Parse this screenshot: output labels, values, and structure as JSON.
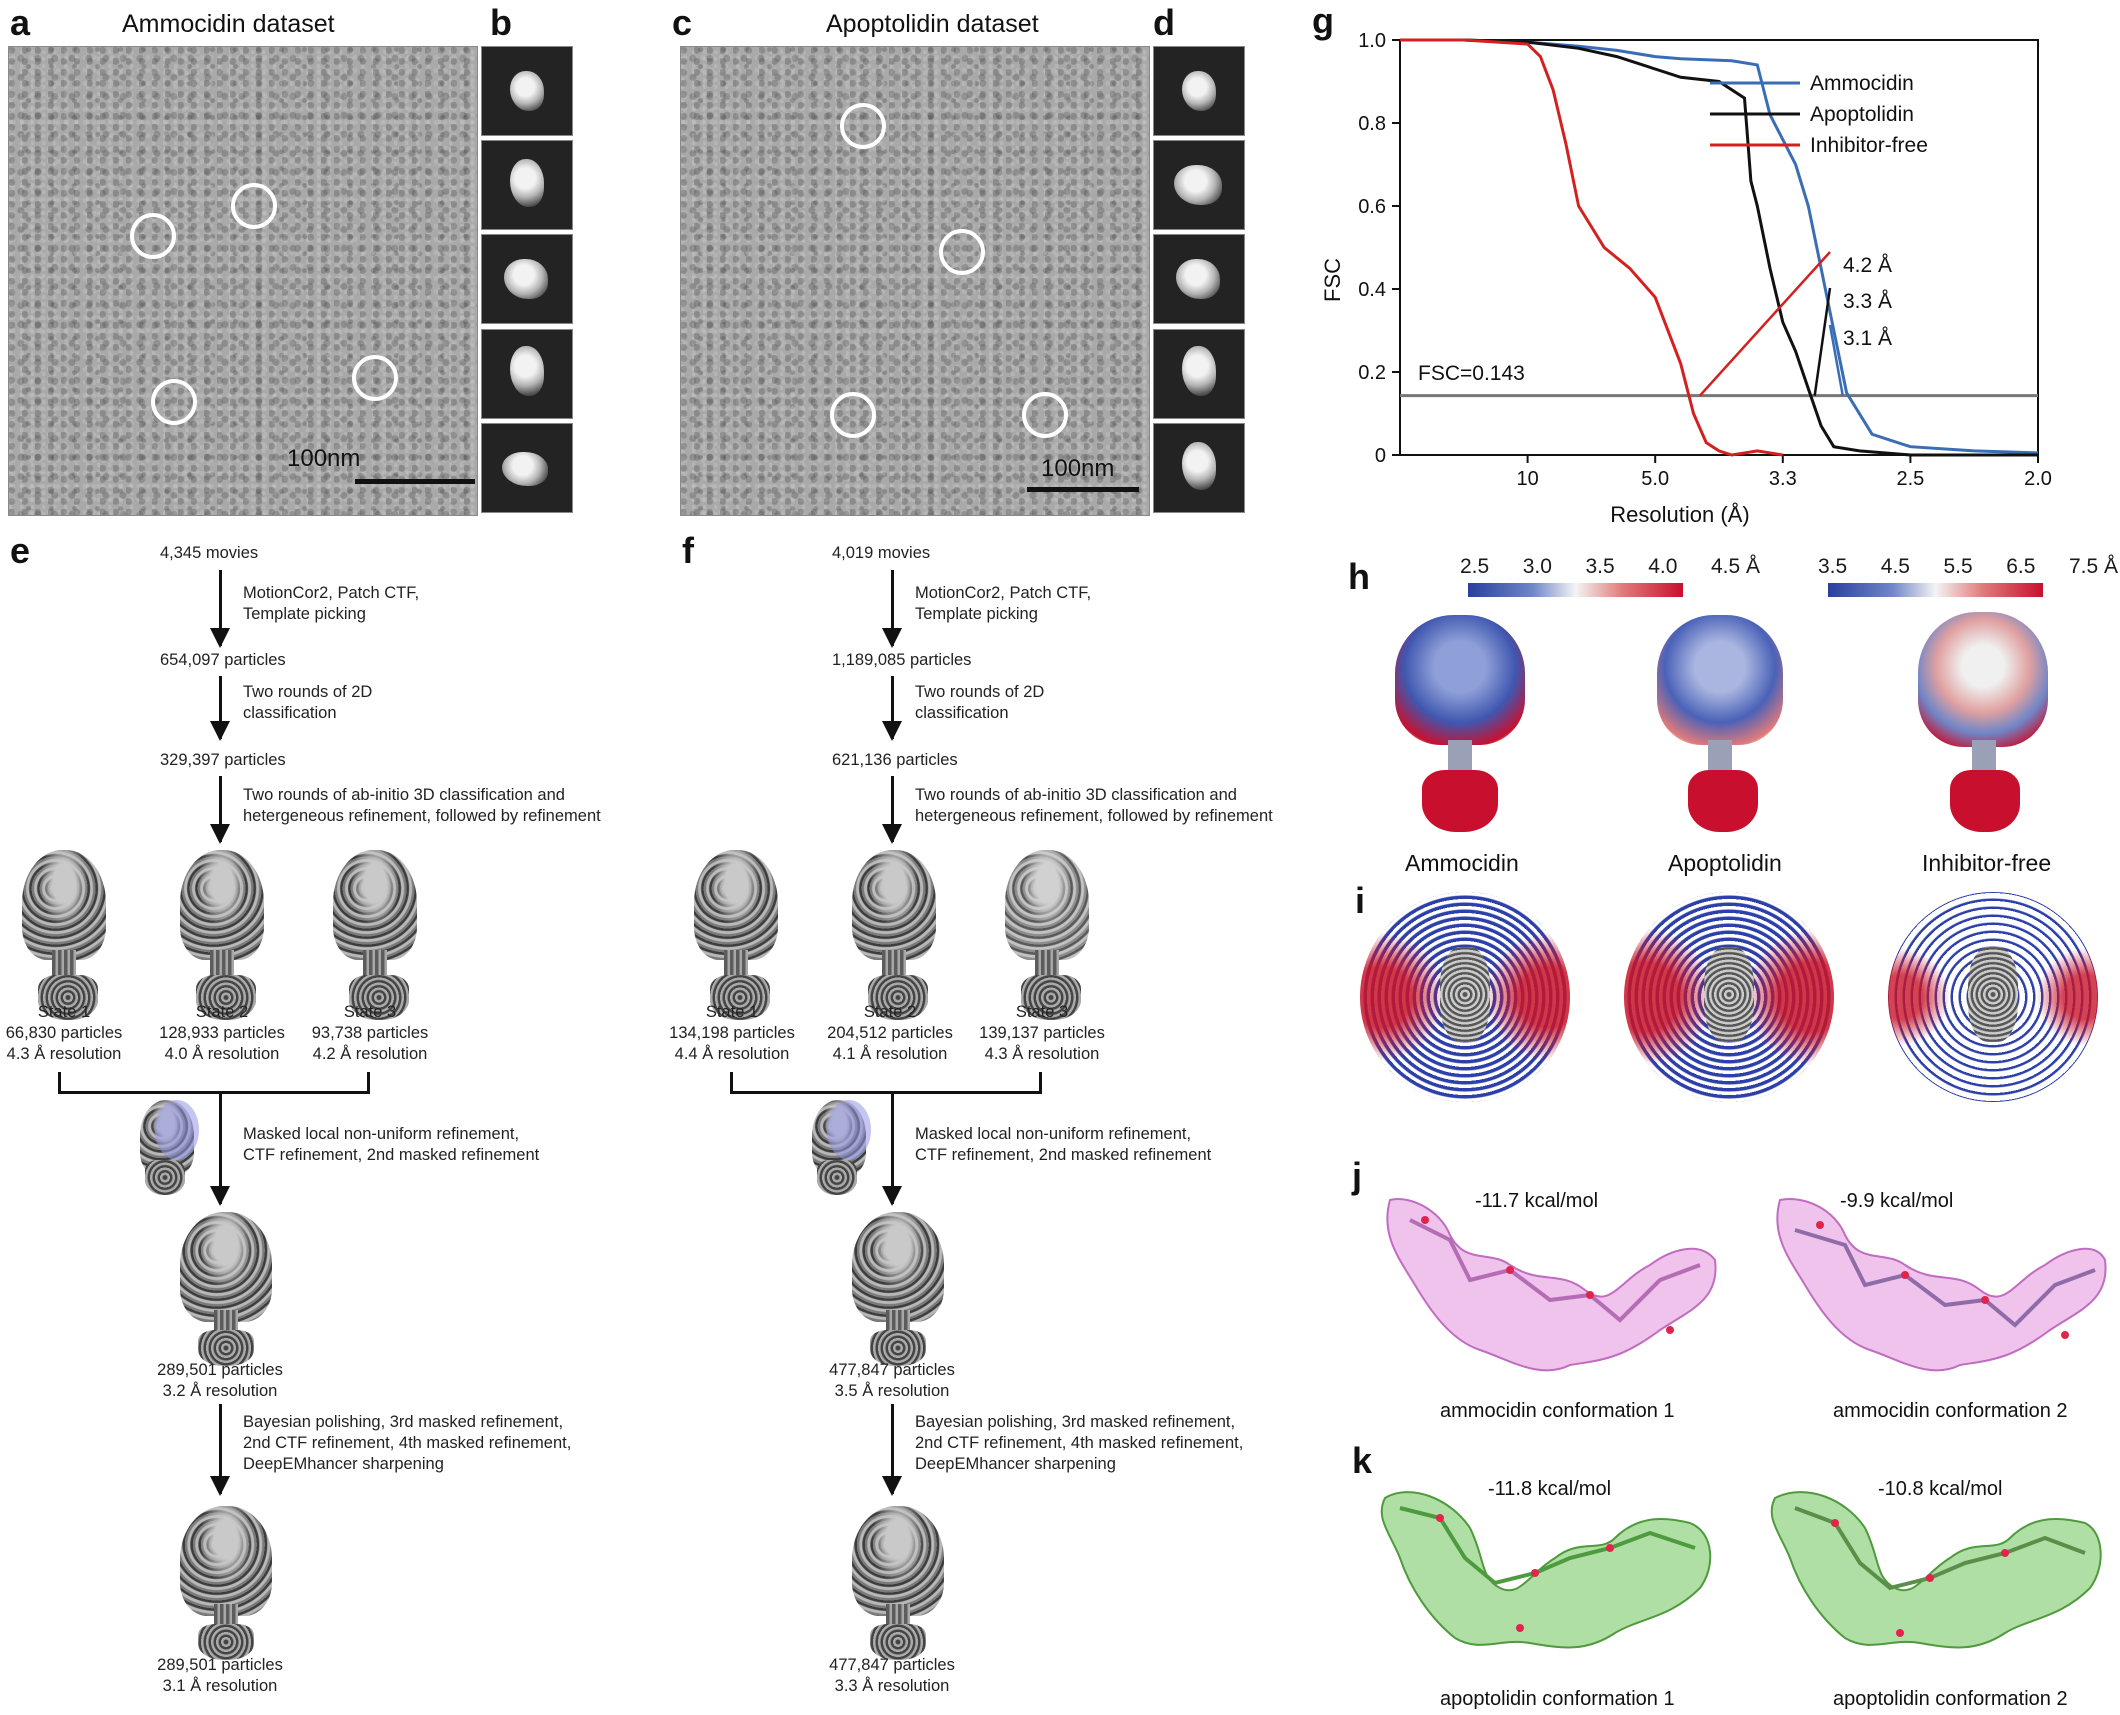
{
  "panels": {
    "a": {
      "label": "a",
      "title": "Ammocidin dataset",
      "scale": "100nm"
    },
    "b": {
      "label": "b"
    },
    "c": {
      "label": "c",
      "title": "Apoptolidin dataset",
      "scale": "100nm"
    },
    "d": {
      "label": "d"
    },
    "e": {
      "label": "e",
      "movies": "4,345 movies",
      "step1": [
        "MotionCor2, Patch CTF,",
        "Template picking"
      ],
      "particles1": "654,097 particles",
      "step2": [
        "Two rounds of 2D",
        "classification"
      ],
      "particles2": "329,397 particles",
      "step3": [
        "Two rounds of ab-initio 3D classification and",
        "hetergeneous refinement, followed by refinement"
      ],
      "states": [
        {
          "name": "State 1",
          "particles": "66,830 particles",
          "res": "4.3 Å resolution"
        },
        {
          "name": "State 2",
          "particles": "128,933 particles",
          "res": "4.0 Å resolution"
        },
        {
          "name": "State 3",
          "particles": "93,738 particles",
          "res": "4.2 Å resolution"
        }
      ],
      "step4": [
        "Masked local non-uniform refinement,",
        "CTF refinement, 2nd masked refinement"
      ],
      "final1": [
        "289,501 particles",
        "3.2 Å resolution"
      ],
      "step5": [
        "Bayesian polishing, 3rd masked refinement,",
        "2nd CTF refinement, 4th masked refinement,",
        "DeepEMhancer sharpening"
      ],
      "final2": [
        "289,501 particles",
        "3.1 Å resolution"
      ]
    },
    "f": {
      "label": "f",
      "movies": "4,019 movies",
      "step1": [
        "MotionCor2, Patch CTF,",
        "Template picking"
      ],
      "particles1": "1,189,085 particles",
      "step2": [
        "Two rounds of 2D",
        "classification"
      ],
      "particles2": "621,136 particles",
      "step3": [
        "Two rounds of ab-initio 3D classification and",
        "hetergeneous refinement, followed by refinement"
      ],
      "states": [
        {
          "name": "State 1",
          "particles": "134,198 particles",
          "res": "4.4 Å resolution"
        },
        {
          "name": "State 2",
          "particles": "204,512 particles",
          "res": "4.1 Å resolution"
        },
        {
          "name": "State 3",
          "particles": "139,137 particles",
          "res": "4.3 Å resolution"
        }
      ],
      "step4": [
        "Masked local non-uniform refinement,",
        "CTF refinement, 2nd masked refinement"
      ],
      "final1": [
        "477,847 particles",
        "3.5 Å resolution"
      ],
      "step5": [
        "Bayesian polishing, 3rd masked refinement,",
        "2nd CTF refinement, 4th masked refinement,",
        "DeepEMhancer sharpening"
      ],
      "final2": [
        "477,847 particles",
        "3.3 Å resolution"
      ]
    },
    "g": {
      "label": "g"
    },
    "h": {
      "label": "h",
      "scale1": [
        "2.5",
        "3.0",
        "3.5",
        "4.0",
        "4.5 Å"
      ],
      "scale2": [
        "3.5",
        "4.5",
        "5.5",
        "6.5",
        "7.5 Å"
      ],
      "names": [
        "Ammocidin",
        "Apoptolidin",
        "Inhibitor-free"
      ]
    },
    "i": {
      "label": "i"
    },
    "j": {
      "label": "j",
      "energies": [
        "-11.7 kcal/mol",
        "-9.9 kcal/mol"
      ],
      "captions": [
        "ammocidin conformation 1",
        "ammocidin conformation 2"
      ],
      "color": "#e49be0"
    },
    "k": {
      "label": "k",
      "energies": [
        "-11.8 kcal/mol",
        "-10.8 kcal/mol"
      ],
      "captions": [
        "apoptolidin conformation 1",
        "apoptolidin conformation 2"
      ],
      "color": "#7cc96a"
    }
  },
  "chart_data": {
    "type": "line",
    "ylabel": "FSC",
    "xlabel": "Resolution (Å)",
    "x_tick_labels": [
      "10",
      "5.0",
      "3.3",
      "2.5",
      "2.0"
    ],
    "x_tick_inv": [
      0.1,
      0.2,
      0.3,
      0.4,
      0.5
    ],
    "y_ticks": [
      "0",
      "0.2",
      "0.4",
      "0.6",
      "0.8",
      "1.0"
    ],
    "ylim": [
      0,
      1
    ],
    "xlim_inv": [
      0.0,
      0.5
    ],
    "threshold": {
      "label": "FSC=0.143",
      "value": 0.143
    },
    "annotations": [
      {
        "text": "4.2 Å",
        "series": "Inhibitor-free",
        "color": "#d42020"
      },
      {
        "text": "3.3 Å",
        "series": "Apoptolidin",
        "color": "#111111"
      },
      {
        "text": "3.1 Å",
        "series": "Ammocidin",
        "color": "#3a6db5"
      }
    ],
    "legend_position": "top-right",
    "series": [
      {
        "name": "Ammocidin",
        "color": "#3a6db5",
        "x": [
          0,
          0.05,
          0.1,
          0.14,
          0.17,
          0.2,
          0.22,
          0.26,
          0.28,
          0.29,
          0.3,
          0.31,
          0.32,
          0.33,
          0.34,
          0.35,
          0.37,
          0.4,
          0.45,
          0.5
        ],
        "y": [
          1,
          1,
          0.995,
          0.985,
          0.975,
          0.96,
          0.955,
          0.95,
          0.94,
          0.82,
          0.76,
          0.7,
          0.6,
          0.45,
          0.3,
          0.15,
          0.05,
          0.02,
          0.01,
          0.005
        ]
      },
      {
        "name": "Apoptolidin",
        "color": "#111111",
        "x": [
          0,
          0.05,
          0.1,
          0.14,
          0.17,
          0.2,
          0.22,
          0.25,
          0.27,
          0.275,
          0.28,
          0.29,
          0.3,
          0.31,
          0.32,
          0.33,
          0.34,
          0.36,
          0.4,
          0.5
        ],
        "y": [
          1,
          1,
          0.995,
          0.98,
          0.96,
          0.93,
          0.91,
          0.9,
          0.86,
          0.66,
          0.6,
          0.45,
          0.32,
          0.25,
          0.16,
          0.07,
          0.02,
          0.01,
          0.0,
          0.0
        ]
      },
      {
        "name": "Inhibitor-free",
        "color": "#d42020",
        "x": [
          0,
          0.05,
          0.1,
          0.11,
          0.12,
          0.13,
          0.14,
          0.16,
          0.18,
          0.2,
          0.22,
          0.23,
          0.24,
          0.25,
          0.26,
          0.28,
          0.3
        ],
        "y": [
          1,
          1,
          0.99,
          0.96,
          0.88,
          0.75,
          0.6,
          0.5,
          0.45,
          0.38,
          0.22,
          0.1,
          0.03,
          0.01,
          0.0,
          0.01,
          0.0
        ]
      }
    ]
  }
}
